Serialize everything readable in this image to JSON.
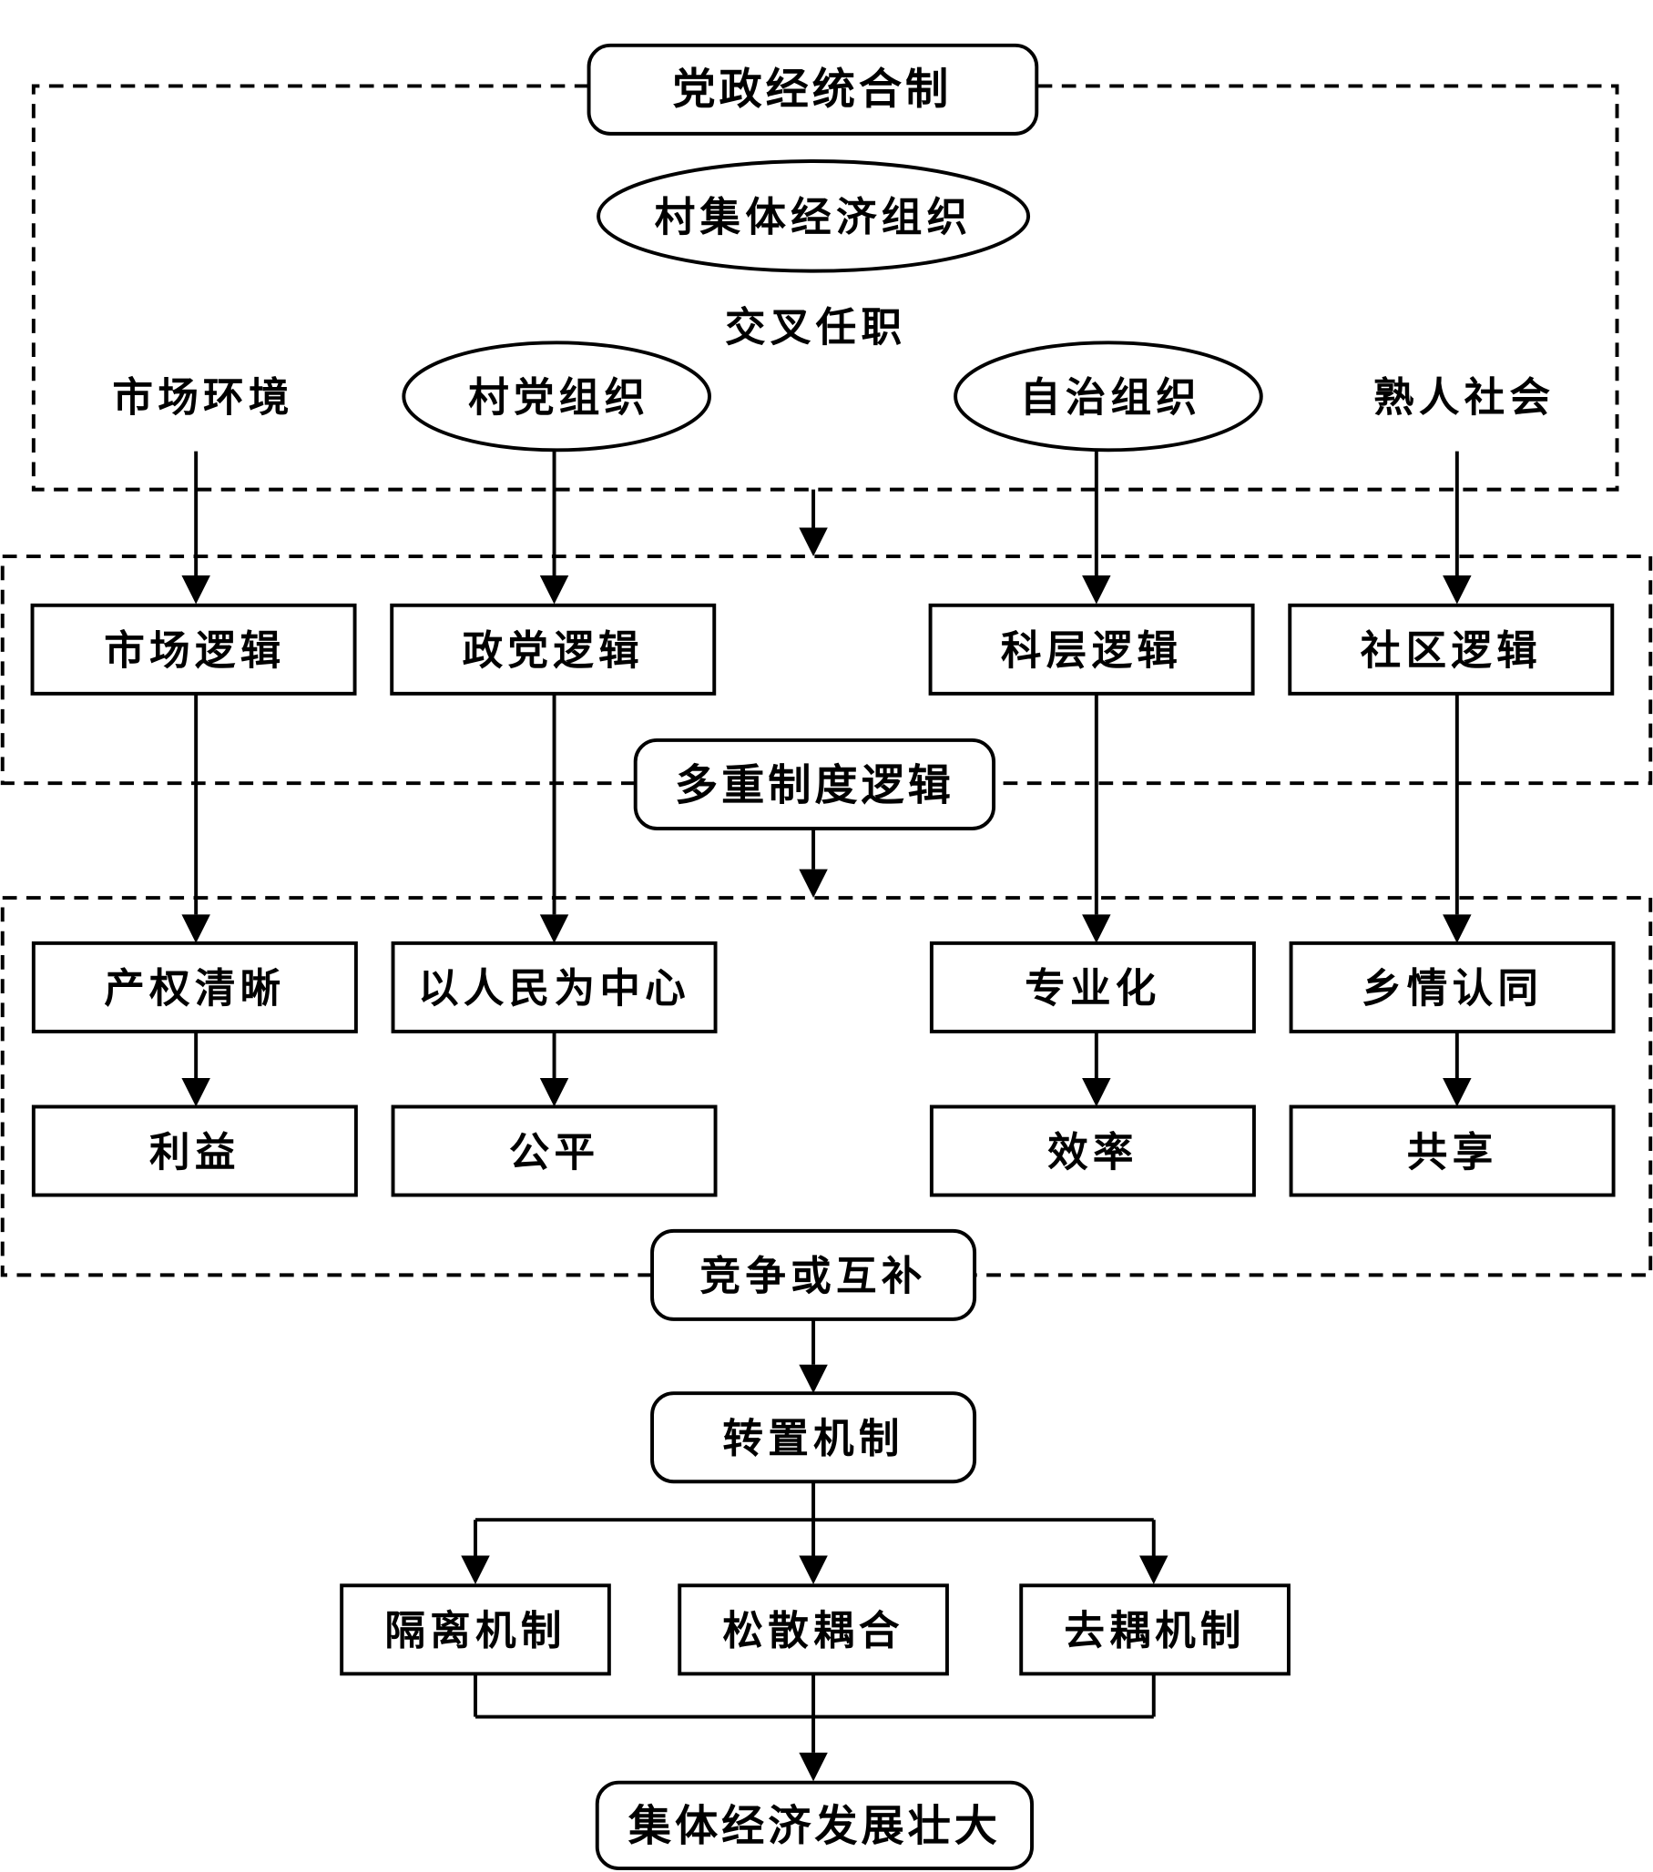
{
  "diagram": {
    "top_box": "党政经统合制",
    "collective_org": "村集体经济组织",
    "cross_appointment": "交叉任职",
    "sources": [
      {
        "label": "市场环境",
        "shape": "text"
      },
      {
        "label": "村党组织",
        "shape": "ellipse"
      },
      {
        "label": "自治组织",
        "shape": "ellipse"
      },
      {
        "label": "熟人社会",
        "shape": "text"
      }
    ],
    "logics": [
      "市场逻辑",
      "政党逻辑",
      "科层逻辑",
      "社区逻辑"
    ],
    "multi_logic_label": "多重制度逻辑",
    "principles": [
      "产权清晰",
      "以人民为中心",
      "专业化",
      "乡情认同"
    ],
    "values": [
      "利益",
      "公平",
      "效率",
      "共享"
    ],
    "relation_label": "竞争或互补",
    "transposition": "转置机制",
    "mechanisms": [
      "隔离机制",
      "松散耦合",
      "去耦机制"
    ],
    "outcome": "集体经济发展壮大",
    "colors": {
      "stroke": "#000000",
      "background": "#ffffff"
    }
  }
}
